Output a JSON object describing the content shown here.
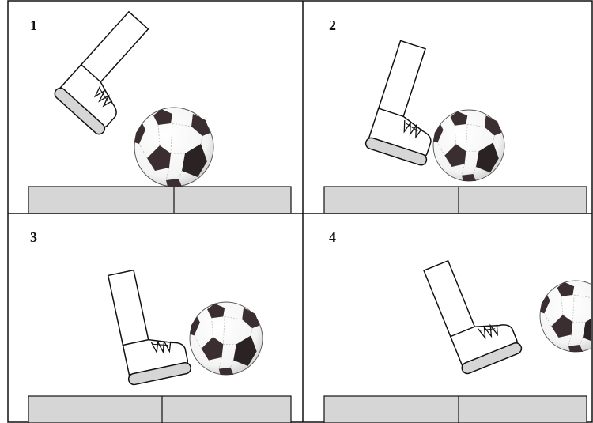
{
  "panels": [
    {
      "number": "1"
    },
    {
      "number": "2"
    },
    {
      "number": "3"
    },
    {
      "number": "4"
    }
  ],
  "colors": {
    "frame": "#111111",
    "bench_fill": "#d6d6d6",
    "sole_fill": "#d6d6d6",
    "ball_white": "#ffffff",
    "ball_dark": "#3a2e2e"
  }
}
